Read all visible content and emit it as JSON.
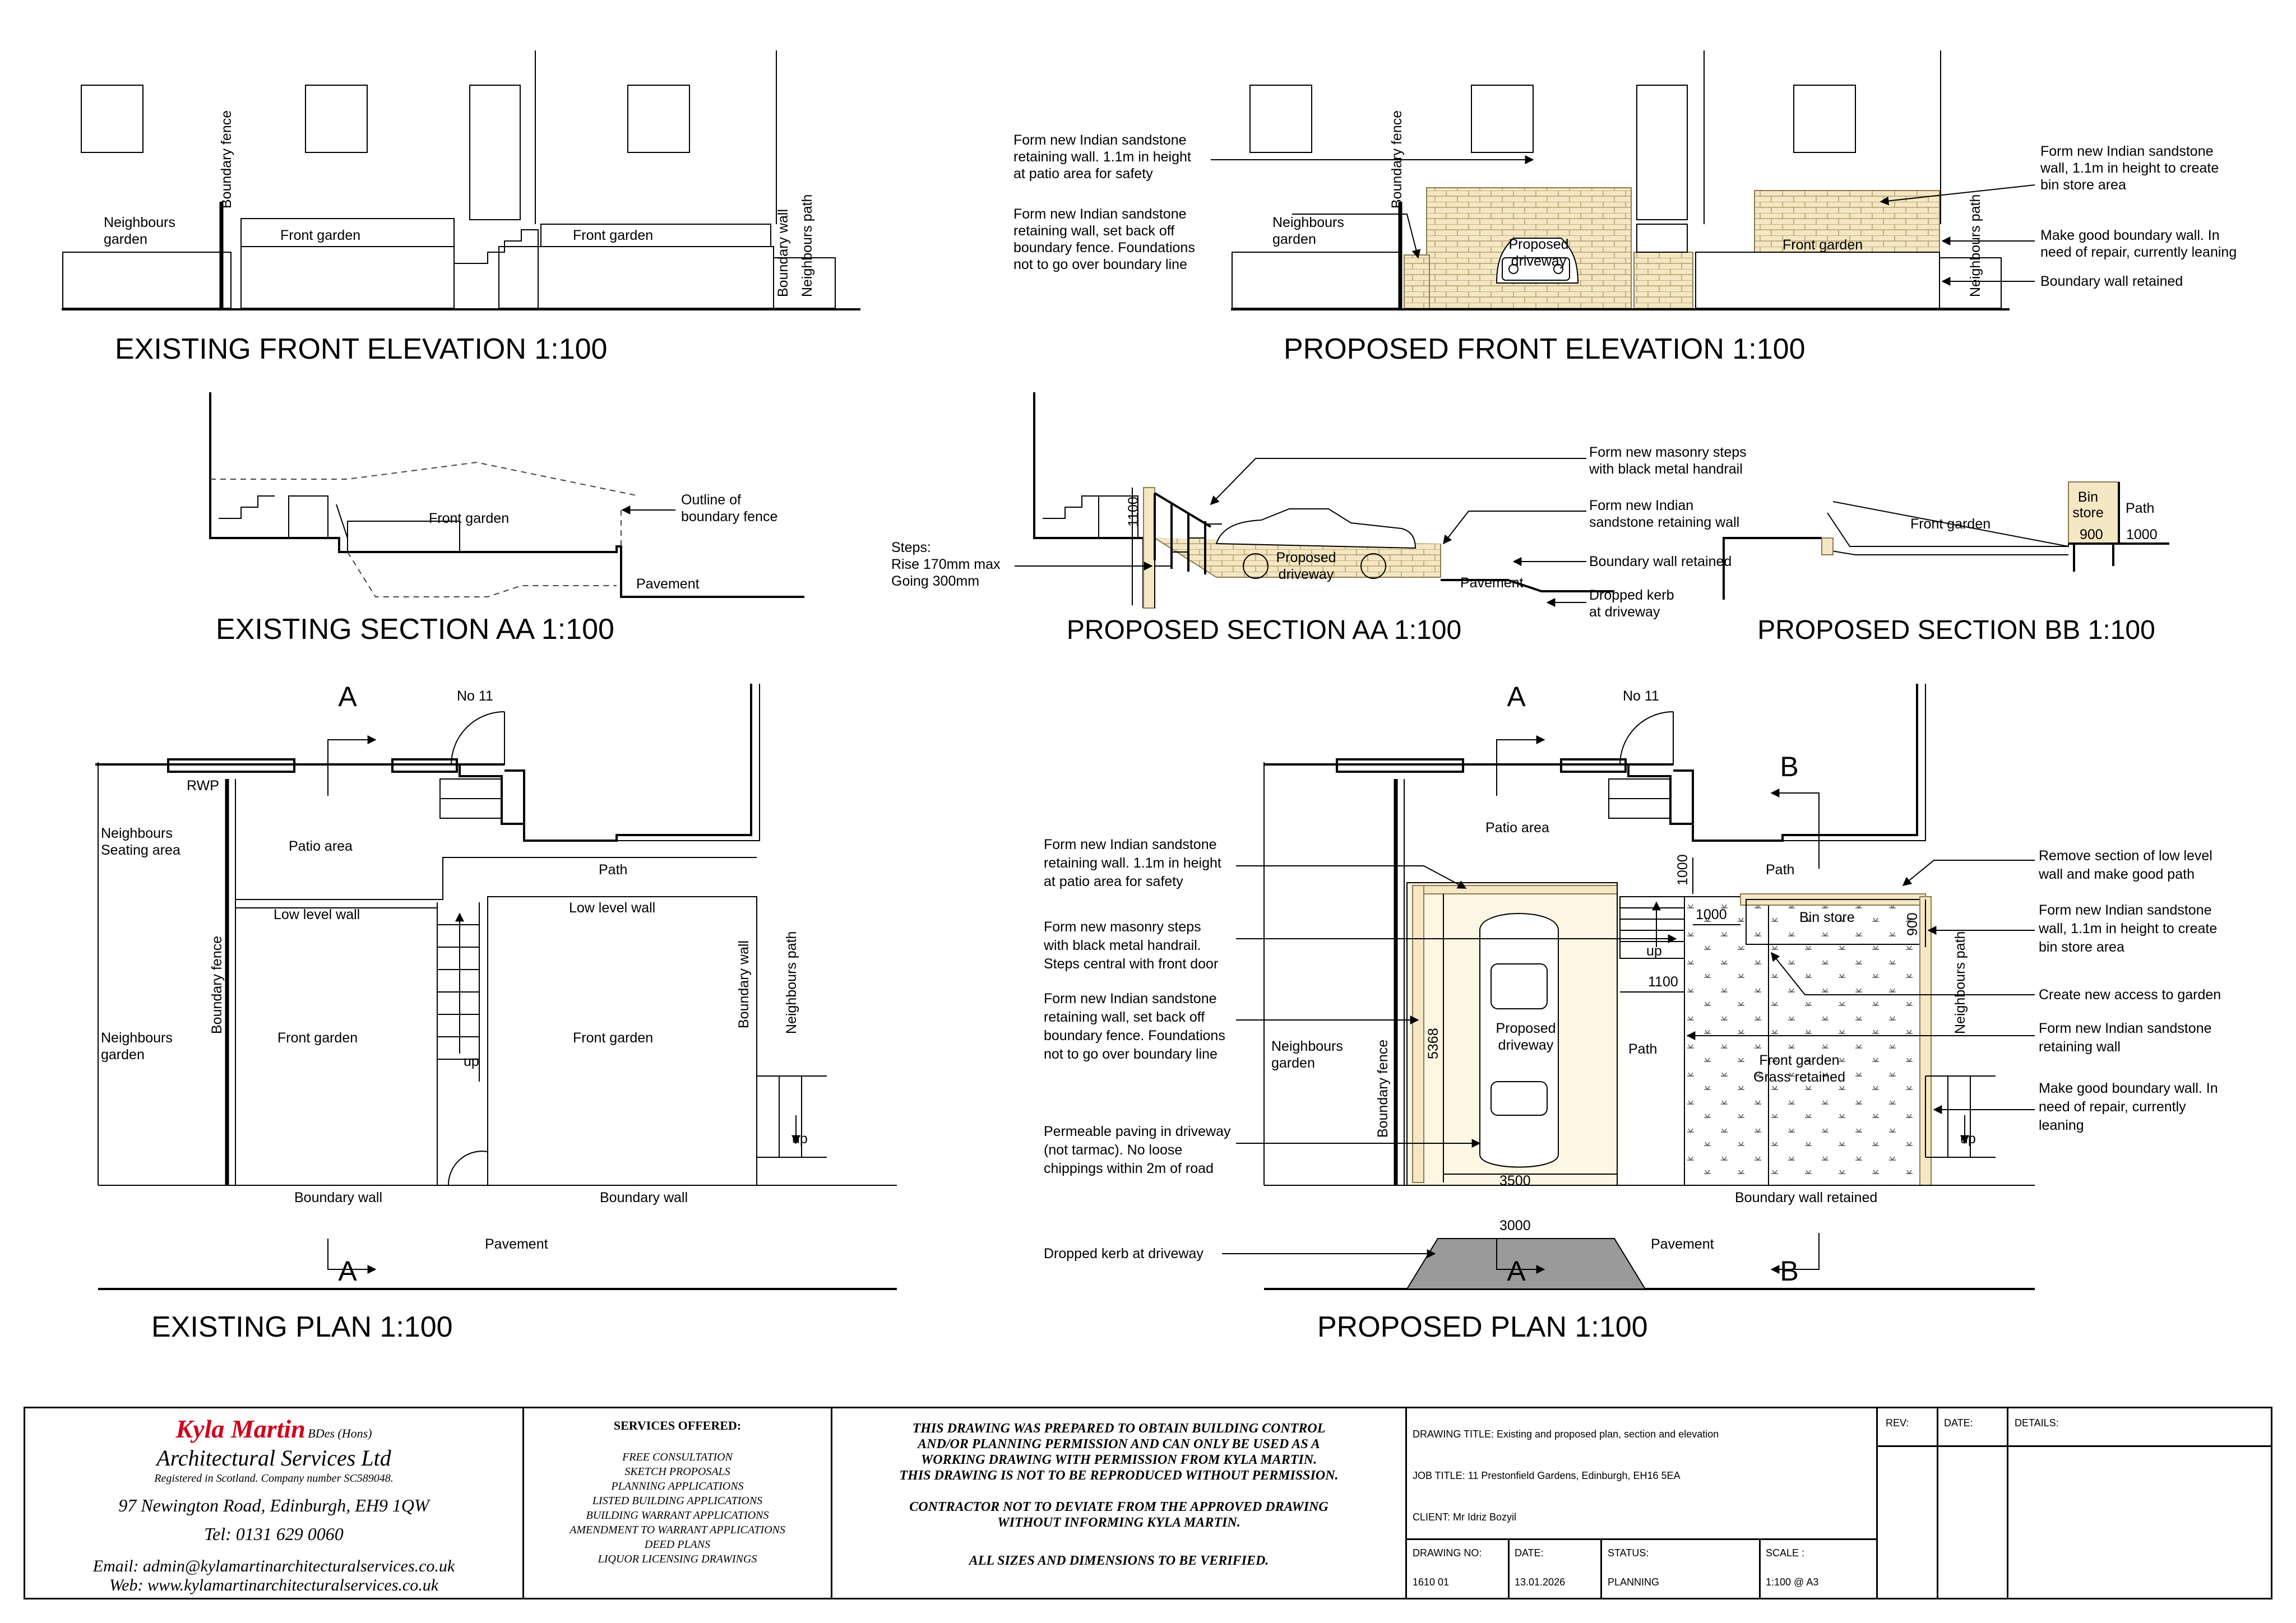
{
  "titles": {
    "existing_front": "EXISTING FRONT ELEVATION 1:100",
    "proposed_front": "PROPOSED FRONT ELEVATION 1:100",
    "existing_section": "EXISTING SECTION AA 1:100",
    "proposed_section_aa": "PROPOSED SECTION AA 1:100",
    "proposed_section_bb": "PROPOSED SECTION BB 1:100",
    "existing_plan": "EXISTING PLAN 1:100",
    "proposed_plan": "PROPOSED PLAN 1:100"
  },
  "existing_front": {
    "neighbours_garden": [
      "Neighbours",
      "garden"
    ],
    "boundary_fence": "Boundary fence",
    "front_garden_left": "Front garden",
    "front_garden_right": "Front garden",
    "boundary_wall": "Boundary wall",
    "neighbours_path": "Neighbours path"
  },
  "proposed_front": {
    "note_retaining_patio": [
      "Form new Indian sandstone",
      "retaining wall. 1.1m in height",
      "at patio area for safety"
    ],
    "note_retaining_setback": [
      "Form new Indian sandstone",
      "retaining wall, set back off",
      "boundary fence. Foundations",
      "not to go over boundary line"
    ],
    "neighbours_garden": [
      "Neighbours",
      "garden"
    ],
    "boundary_fence": "Boundary fence",
    "proposed_driveway": [
      "Proposed",
      "driveway"
    ],
    "front_garden": "Front garden",
    "neighbours_path": "Neighbours path",
    "note_bin_store": [
      "Form new Indian sandstone",
      "wall, 1.1m in height to create",
      "bin store area"
    ],
    "note_make_good": [
      "Make good boundary wall. In",
      "need of repair, currently leaning"
    ],
    "note_boundary_retained": "Boundary wall retained"
  },
  "existing_section": {
    "front_garden": "Front garden",
    "outline_fence": [
      "Outline of",
      "boundary fence"
    ],
    "pavement": "Pavement"
  },
  "proposed_section_aa": {
    "steps_note": [
      "Steps:",
      "Rise 170mm max",
      "Going 300mm"
    ],
    "dim_1100": "1100",
    "proposed_driveway": [
      "Proposed",
      "driveway"
    ],
    "pavement": "Pavement",
    "note_steps": [
      "Form new masonry steps",
      "with black metal handrail"
    ],
    "note_retaining": [
      "Form new Indian",
      "sandstone retaining wall"
    ],
    "note_boundary_retained": "Boundary wall retained",
    "note_dropped_kerb": [
      "Dropped kerb",
      "at driveway"
    ]
  },
  "proposed_section_bb": {
    "front_garden": "Front garden",
    "bin_store": [
      "Bin",
      "store"
    ],
    "path": "Path",
    "dim_900": "900",
    "dim_1000": "1000"
  },
  "existing_plan": {
    "section_marker": "A",
    "no11": "No 11",
    "rwp": "RWP",
    "neighbours_seating": [
      "Neighbours",
      "Seating area"
    ],
    "patio_area": "Patio area",
    "path": "Path",
    "low_level_wall_left": "Low level wall",
    "low_level_wall_right": "Low level wall",
    "boundary_fence": "Boundary fence",
    "neighbours_garden": [
      "Neighbours",
      "garden"
    ],
    "front_garden_left": "Front garden",
    "front_garden_right": "Front garden",
    "up": "up",
    "boundary_wall_side": "Boundary wall",
    "neighbours_path": "Neighbours path",
    "boundary_wall_left": "Boundary wall",
    "boundary_wall_right": "Boundary wall",
    "pavement": "Pavement"
  },
  "proposed_plan": {
    "section_a": "A",
    "section_b": "B",
    "no11": "No 11",
    "patio_area": "Patio area",
    "path_top": "Path",
    "dim_1000_v": "1000",
    "dim_1000_h": "1000",
    "bin_store": "Bin store",
    "dim_900": "900",
    "dim_1100": "1100",
    "up": "up",
    "neighbours_garden": [
      "Neighbours",
      "garden"
    ],
    "boundary_fence": "Boundary fence",
    "dim_5368": "5368",
    "proposed_driveway": [
      "Proposed",
      "driveway"
    ],
    "path_mid": "Path",
    "front_garden": [
      "Front garden",
      "Grass retained"
    ],
    "neighbours_path": "Neighbours path",
    "dim_3500": "3500",
    "dim_3000": "3000",
    "boundary_wall_retained": "Boundary wall retained",
    "pavement": "Pavement",
    "note_retaining_patio": [
      "Form new Indian sandstone",
      "retaining wall. 1.1m in height",
      "at patio area for safety"
    ],
    "note_steps": [
      "Form new masonry steps",
      "with black metal handrail.",
      "Steps central with front door"
    ],
    "note_retaining_setback": [
      "Form new Indian sandstone",
      "retaining wall, set back off",
      "boundary fence. Foundations",
      "not to go over boundary line"
    ],
    "note_permeable": [
      "Permeable paving in driveway",
      "(not tarmac). No loose",
      "chippings within 2m of road"
    ],
    "note_dropped_kerb": "Dropped kerb at driveway",
    "note_remove_section": [
      "Remove section of low level",
      "wall and make good path"
    ],
    "note_bin_store": [
      "Form new Indian sandstone",
      "wall, 1.1m in height to create",
      "bin store area"
    ],
    "note_new_access": "Create new access to garden",
    "note_retaining_wall": [
      "Form new Indian sandstone",
      "retaining wall"
    ],
    "note_make_good": [
      "Make good boundary wall. In",
      "need of repair, currently",
      "leaning"
    ]
  },
  "title_block": {
    "company_name": "Kyla Martin",
    "company_quals": "BDes (Hons)",
    "company_sub": "Architectural Services Ltd",
    "registered": "Registered in Scotland. Company number SC589048.",
    "address": "97 Newington Road, Edinburgh, EH9 1QW",
    "tel": "Tel: 0131 629 0060",
    "email": "Email: admin@kylamartinarchitecturalservices.co.uk",
    "web": "Web: www.kylamartinarchitecturalservices.co.uk",
    "services_title": "SERVICES OFFERED:",
    "services": [
      "FREE CONSULTATION",
      "SKETCH PROPOSALS",
      "PLANNING APPLICATIONS",
      "LISTED BUILDING APPLICATIONS",
      "BUILDING WARRANT APPLICATIONS",
      "AMENDMENT TO WARRANT APPLICATIONS",
      "DEED PLANS",
      "LIQUOR LICENSING DRAWINGS"
    ],
    "disclaimer_1": [
      "THIS DRAWING WAS PREPARED TO OBTAIN BUILDING CONTROL",
      "AND/OR PLANNING PERMISSION AND CAN ONLY BE USED AS A",
      "WORKING DRAWING WITH PERMISSION FROM KYLA MARTIN.",
      "THIS DRAWING IS NOT TO BE REPRODUCED WITHOUT PERMISSION."
    ],
    "disclaimer_2": [
      "CONTRACTOR NOT TO DEVIATE FROM THE APPROVED DRAWING",
      "WITHOUT INFORMING KYLA MARTIN."
    ],
    "disclaimer_3": "ALL SIZES AND DIMENSIONS TO BE VERIFIED.",
    "drawing_title": "DRAWING TITLE:  Existing and proposed plan, section and elevation",
    "job_title": "JOB TITLE: 11 Prestonfield Gardens, Edinburgh, EH16 5EA",
    "client": "CLIENT: Mr Idriz Bozyil",
    "drawing_no_label": "DRAWING NO:",
    "drawing_no": "1610 01",
    "date_label": "DATE:",
    "date": "13.01.2026",
    "status_label": "STATUS:",
    "status": "PLANNING",
    "scale_label": "SCALE :",
    "scale": "1:100 @ A3",
    "rev_label": "REV:",
    "rev_date_label": "DATE:",
    "details_label": "DETAILS:"
  }
}
